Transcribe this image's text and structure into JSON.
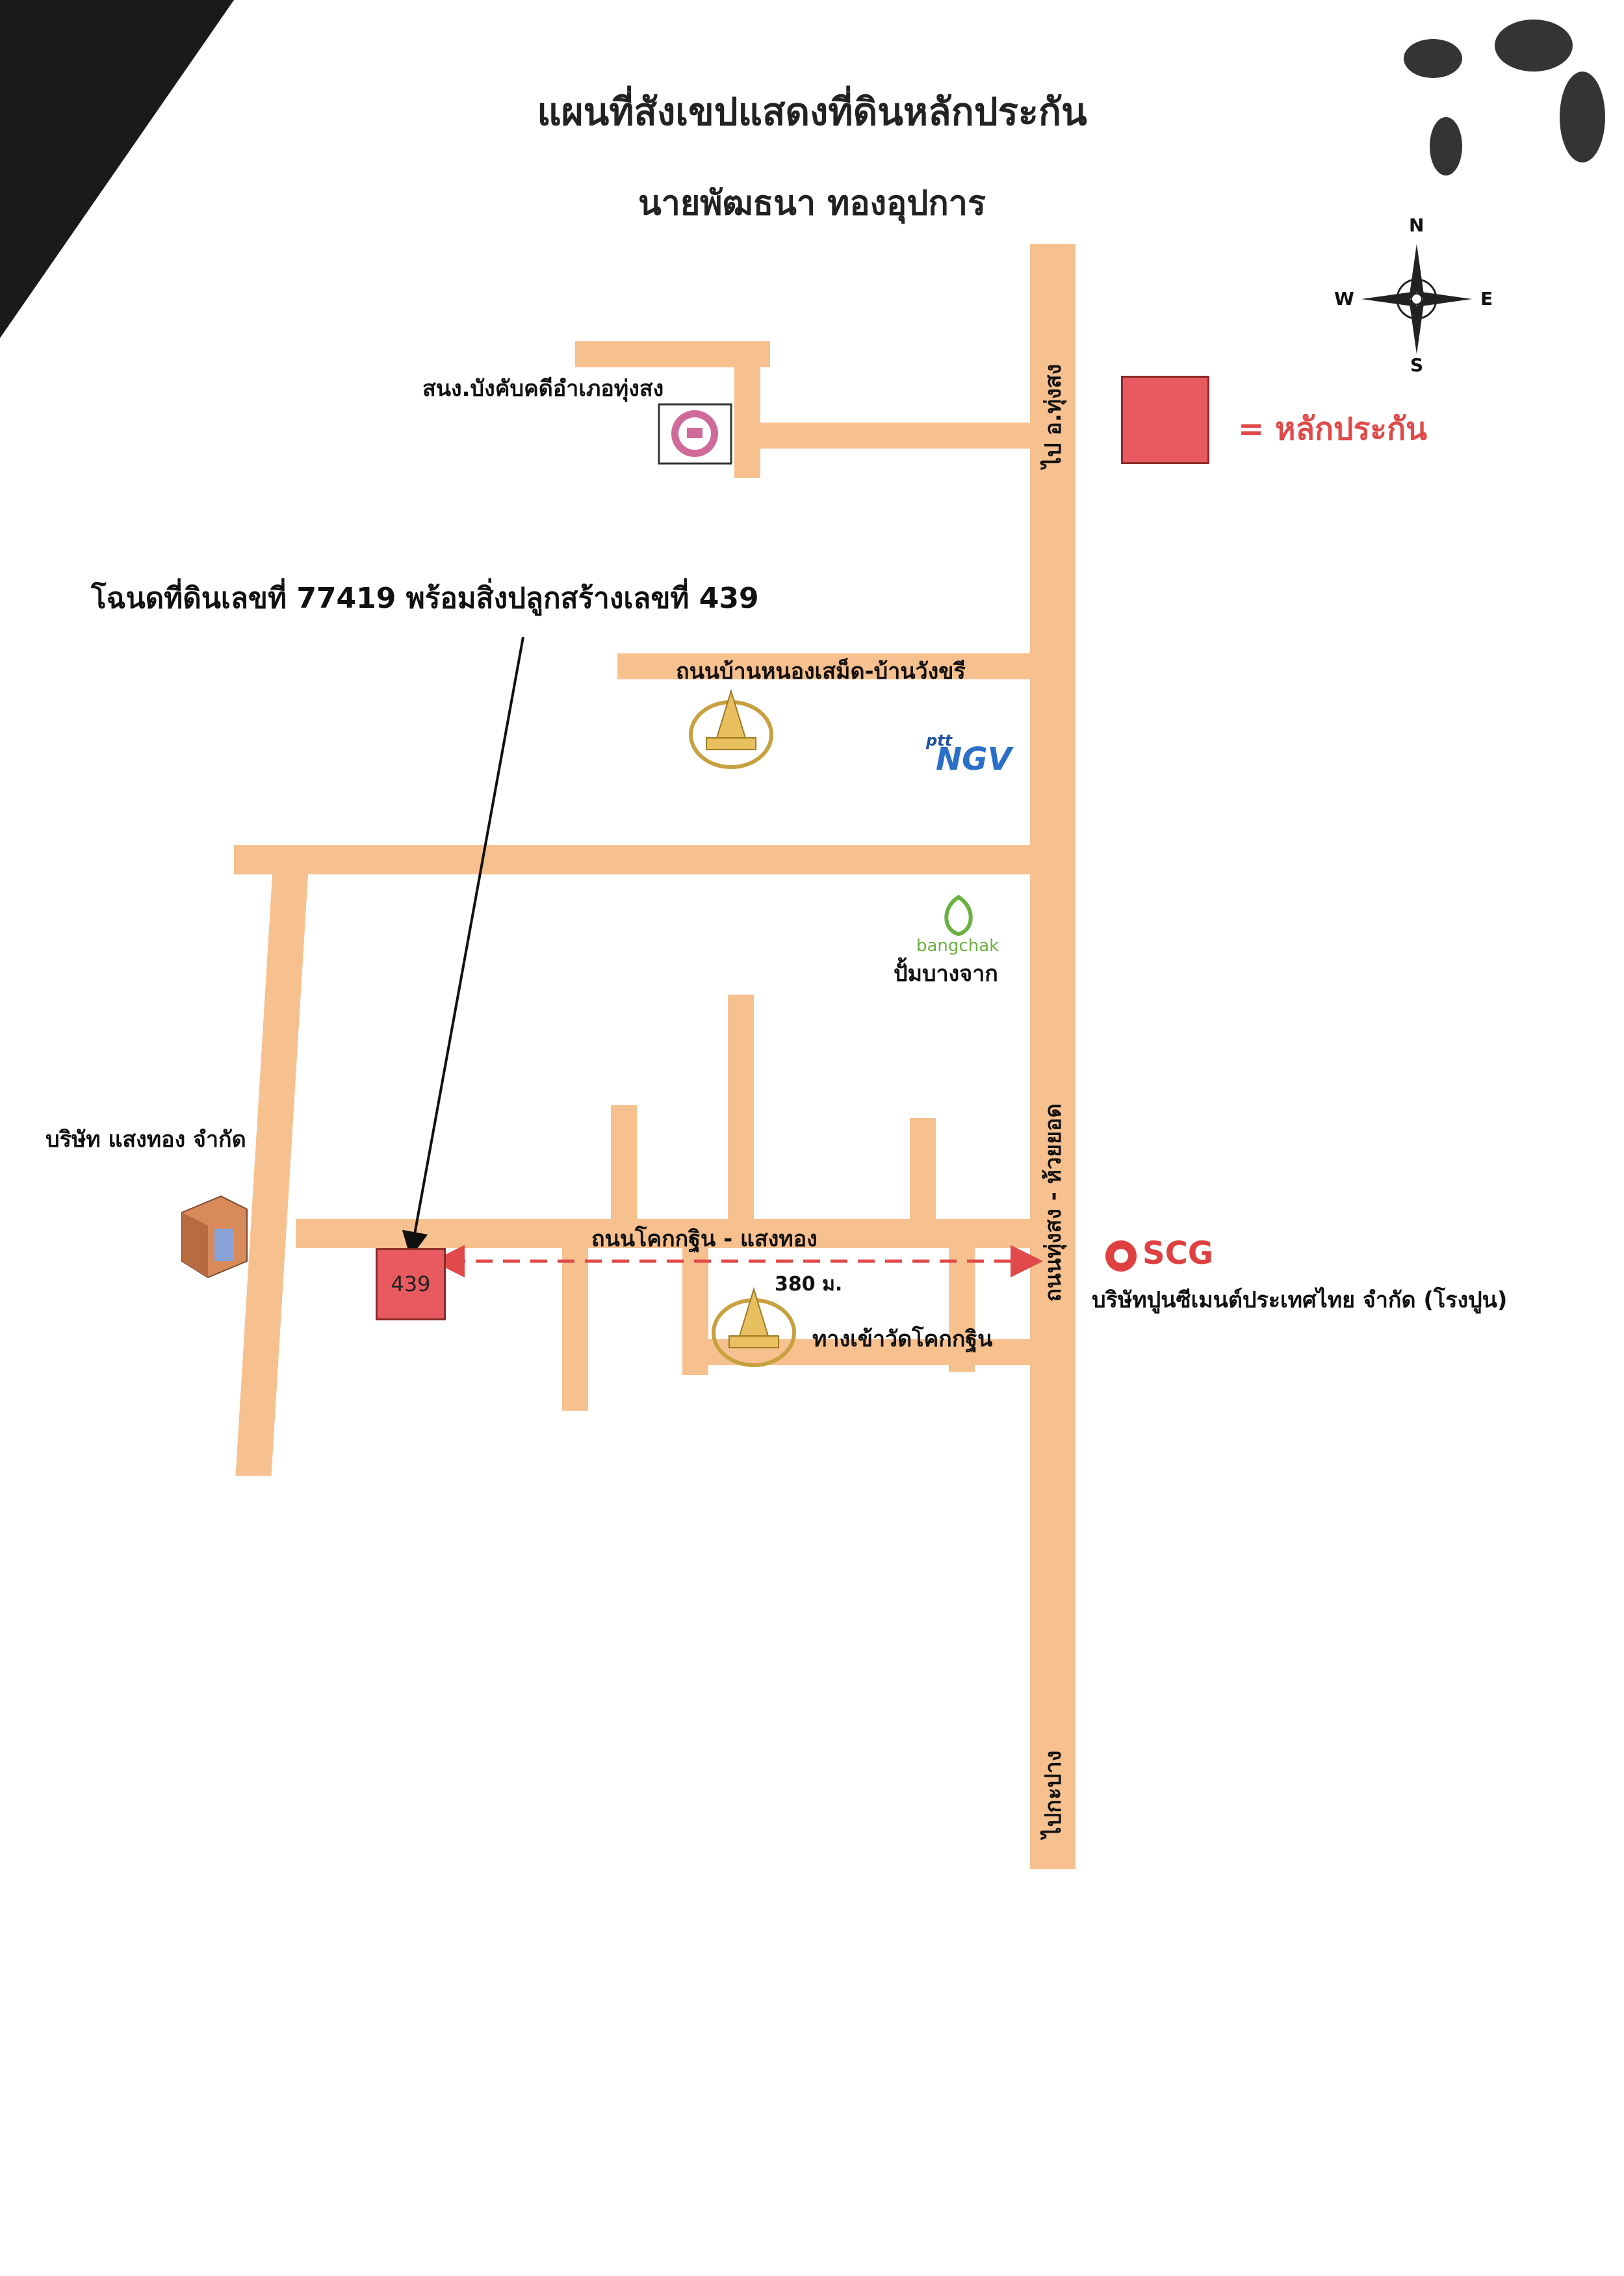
{
  "title": "แผนที่สังเขปแสดงที่ดินหลักประกัน",
  "subtitle": "นายพัฒธนา  ทองอุปการ",
  "compass": {
    "n": "N",
    "s": "S",
    "e": "E",
    "w": "W"
  },
  "legend": {
    "label": "= หลักประกัน",
    "color": "#e85a5f"
  },
  "deed_label": "โฉนดที่ดินเลขที่ 77419 พร้อมสิ่งปลูกสร้างเลขที่ 439",
  "parcel_number": "439",
  "distance": "380 ม.",
  "places": {
    "court": "สนง.บังคับคดีอำเภอทุ่งสง",
    "road_north": "ไป อ.ทุ่งสง",
    "road_nongsamet": "ถนนบ้านหนองเสม็ด-บ้านวังขรี",
    "ptt": "ptt",
    "ngv": "NGV",
    "bangchak": "bangchak",
    "bangchak_pump": "ปั้มบางจาก",
    "company_saengthong": "บริษัท แสงทอง จำกัด",
    "road_kokkrathin": "ถนนโคกกฐิน - แสงทอง",
    "road_main": "ถนนทุ่งสง - ห้วยยอด",
    "scg": "SCG",
    "scg_company": "บริษัทปูนซีเมนต์ประเทศไทย จำกัด (โรงปูน)",
    "temple_entrance": "ทางเข้าวัดโคกกฐิน",
    "road_south": "ไปกะปาง"
  },
  "colors": {
    "road": "#f7c08f",
    "parcel": "#e85a5f",
    "arrow": "#e04a4a",
    "legend_text": "#e04a4a"
  }
}
